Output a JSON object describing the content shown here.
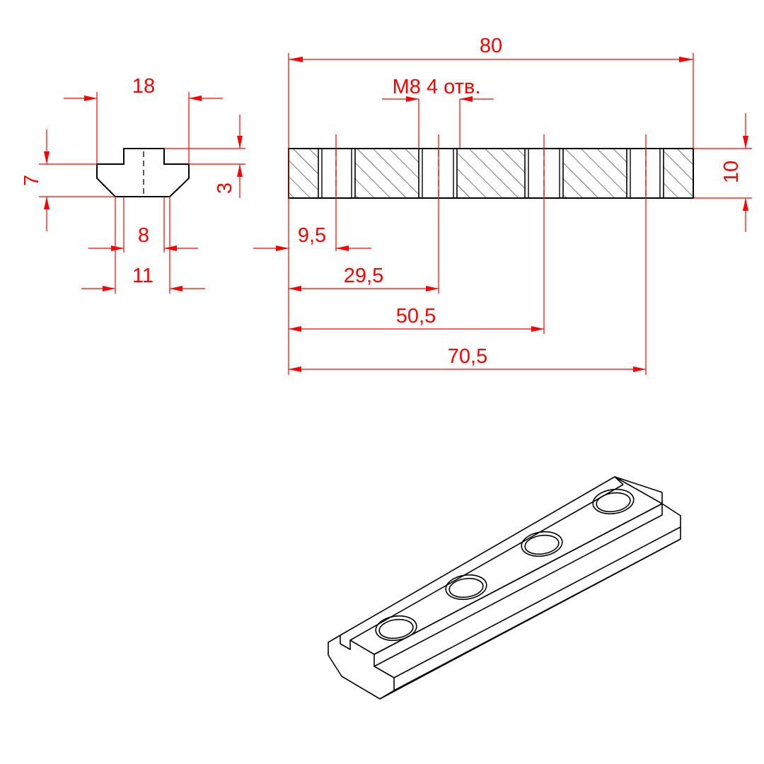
{
  "colors": {
    "dimension": "#ff0000",
    "outline": "#000000",
    "background": "#ffffff"
  },
  "cross_section": {
    "width_top": "18",
    "height_total": "7",
    "height_step": "3",
    "slot_width": "8",
    "bottom_width": "11"
  },
  "side_view": {
    "length": "80",
    "holes_note": "М8 4 отв.",
    "thickness": "10",
    "hole_1": "9,5",
    "hole_2": "29,5",
    "hole_3": "50,5",
    "hole_4": "70,5"
  }
}
